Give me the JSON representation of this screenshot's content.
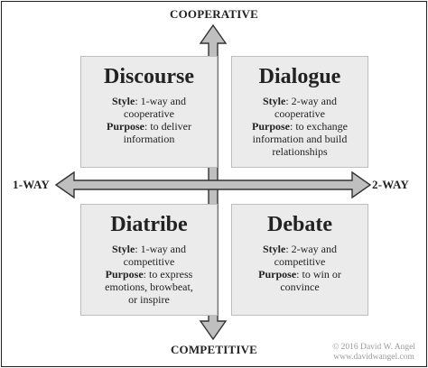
{
  "axes": {
    "top": "COOPERATIVE",
    "bottom": "COMPETITIVE",
    "left": "1-WAY",
    "right": "2-WAY"
  },
  "quadrants": {
    "discourse": {
      "title": "Discourse",
      "style_label": "Style",
      "style_text": ": 1-way and",
      "style_text2": "cooperative",
      "purpose_label": "Purpose",
      "purpose_text": ": to deliver",
      "purpose_text2": "information",
      "purpose_text3": ""
    },
    "dialogue": {
      "title": "Dialogue",
      "style_label": "Style",
      "style_text": ": 2-way and",
      "style_text2": "cooperative",
      "purpose_label": "Purpose",
      "purpose_text": ": to exchange",
      "purpose_text2": "information and build",
      "purpose_text3": "relationships"
    },
    "diatribe": {
      "title": "Diatribe",
      "style_label": "Style",
      "style_text": ": 1-way and",
      "style_text2": "competitive",
      "purpose_label": "Purpose",
      "purpose_text": ": to express",
      "purpose_text2": "emotions, browbeat,",
      "purpose_text3": "or inspire"
    },
    "debate": {
      "title": "Debate",
      "style_label": "Style",
      "style_text": ": 2-way and",
      "style_text2": "competitive",
      "purpose_label": "Purpose",
      "purpose_text": ": to win or",
      "purpose_text2": "convince",
      "purpose_text3": ""
    }
  },
  "copyright": {
    "line1": "© 2016 David W. Angel",
    "line2": "www.davidwangel.com"
  },
  "colors": {
    "arrow_fill": "#bfbfbf",
    "arrow_stroke": "#333333",
    "box_fill": "#ebebeb",
    "text": "#222222"
  }
}
